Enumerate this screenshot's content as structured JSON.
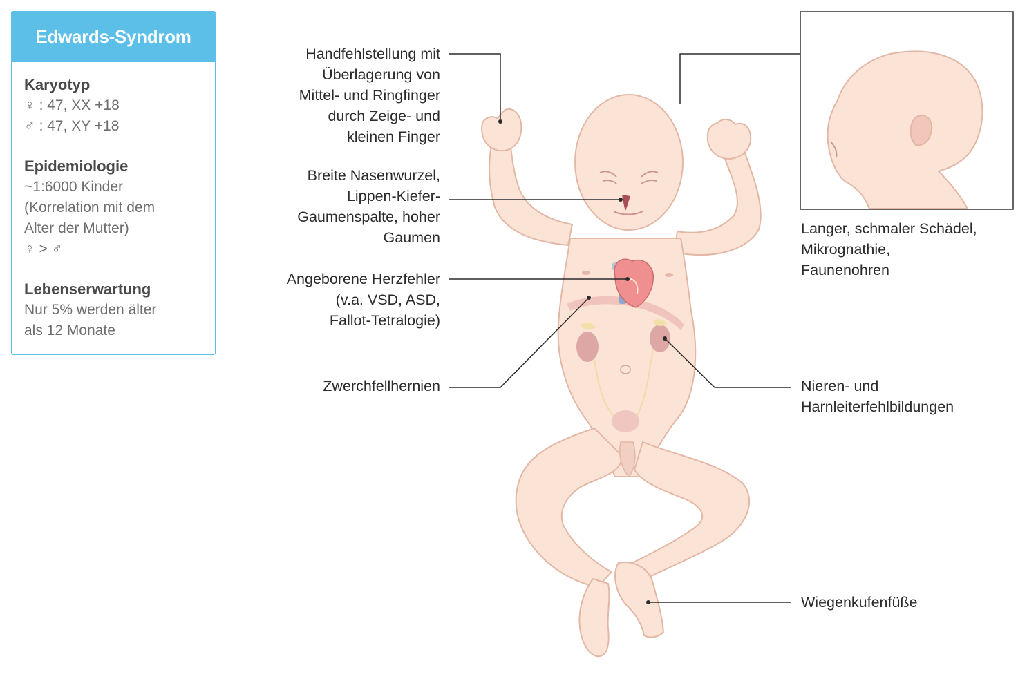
{
  "infobox": {
    "title": "Edwards-Syndrom",
    "sections": [
      {
        "title": "Karyotyp",
        "lines": [
          "♀ : 47, XX +18",
          "♂ : 47, XY +18"
        ]
      },
      {
        "title": "Epidemiologie",
        "lines": [
          "~1:6000 Kinder",
          "(Korrelation mit dem",
          "Alter der Mutter)",
          "♀ > ♂"
        ]
      },
      {
        "title": "Lebenserwartung",
        "lines": [
          "Nur 5% werden älter",
          "als 12 Monate"
        ]
      }
    ]
  },
  "labels": {
    "hands": [
      "Handfehlstellung mit",
      "Überlagerung von",
      "Mittel- und Ringfinger",
      "durch Zeige- und",
      "kleinen Finger"
    ],
    "nose": [
      "Breite Nasenwurzel,",
      "Lippen-Kiefer-",
      "Gaumenspalte, hoher",
      "Gaumen"
    ],
    "heart": [
      "Angeborene Herzfehler",
      "(v.a. VSD, ASD,",
      "Fallot-Tetralogie)"
    ],
    "diaphragm": [
      "Zwerchfellhernien"
    ],
    "skull": [
      "Langer, schmaler Schädel,",
      "Mikrognathie,",
      "Faunenohren"
    ],
    "kidney": [
      "Nieren- und",
      "Harnleiterfehlbildungen"
    ],
    "feet": [
      "Wiegenkufenfüße"
    ]
  },
  "colors": {
    "accent": "#5bbfe8",
    "skin": "#fbe3d6",
    "skin_outline": "#e3b7a6",
    "organ": "#dfa6a6",
    "line": "#2b2b2b"
  }
}
